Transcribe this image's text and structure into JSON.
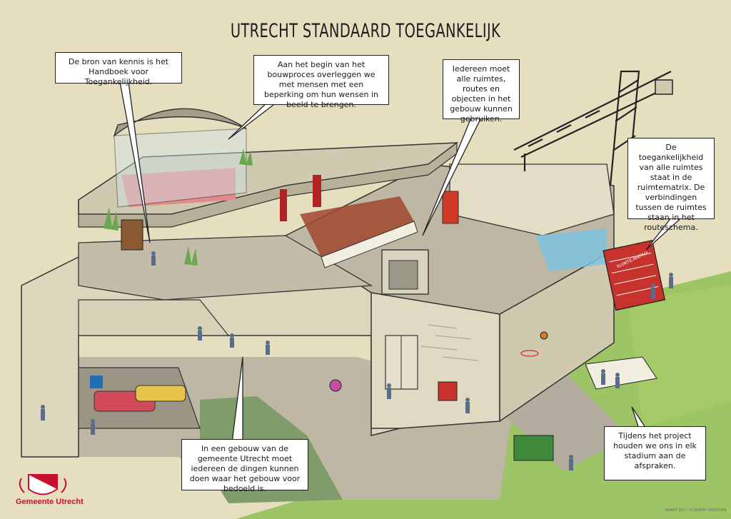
{
  "title": "UTRECHT STANDAARD TOEGANKELIJK",
  "callouts": {
    "handboek": "De bron van kennis is het Handboek voor Toegankelijkheid.",
    "bouwproces": "Aan het begin van het bouwproces overleggen we met mensen met een beperking om hun wensen in beeld te brengen.",
    "iedereen": "Iedereen moet alle ruimtes, routes en objecten in het gebouw kunnen gebruiken.",
    "ruimtematrix": "De toegankelijkheid van alle ruimtes staat in de ruimtematrix. De verbindingen tussen de ruimtes staan in het routeschema.",
    "gebouw": "In een gebouw van de gemeente Utrecht moet iedereen de dingen kunnen doen waar het gebouw voor bedoeld is.",
    "project": "Tijdens het project houden we ons in elk stadium aan de afspraken."
  },
  "sign_label": "RUIMTE-MATRIX",
  "logo": {
    "text": "Gemeente Utrecht",
    "color": "#c8102e"
  },
  "credit": "MAART 2017 • © GERRIT GRISTOKA",
  "colors": {
    "background": "#e6dfbf",
    "wall": "#dcd6bd",
    "floor": "#bdb7a4",
    "accent_red": "#c8102e",
    "grass": "#8fbf55"
  }
}
